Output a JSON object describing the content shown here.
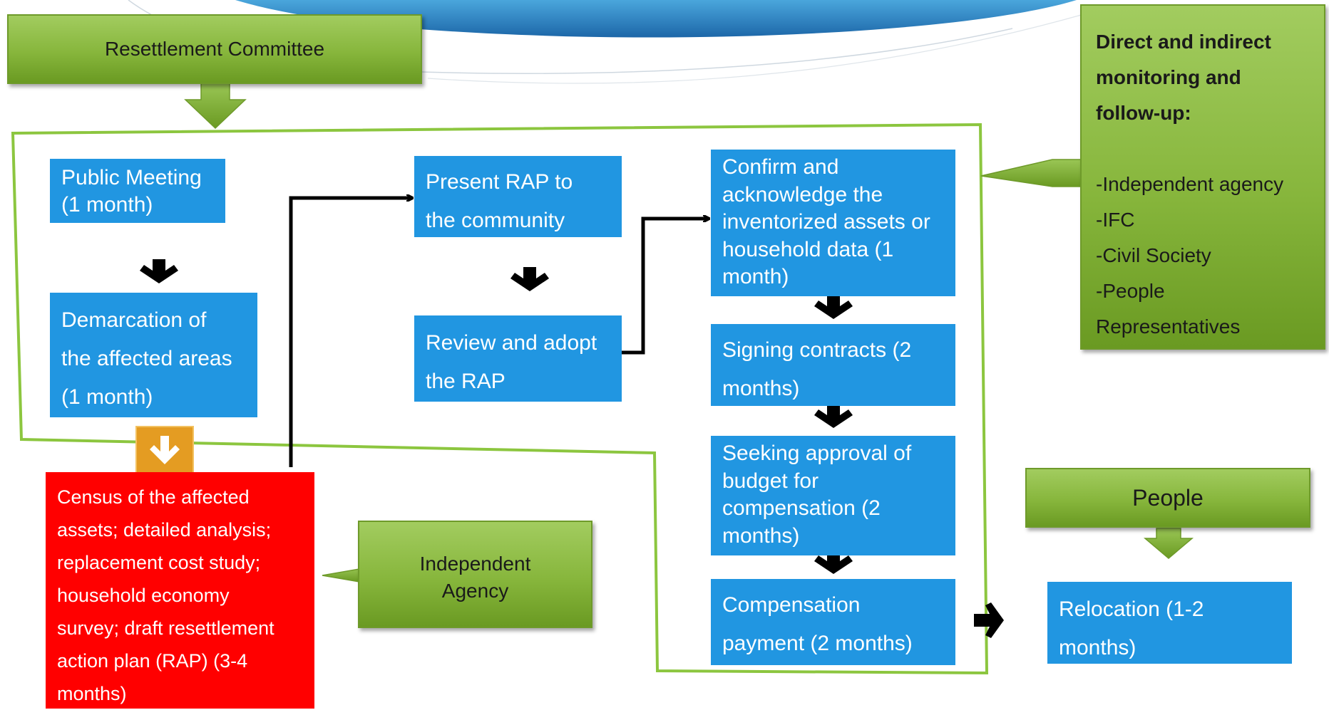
{
  "committee": "Resettlement Committee",
  "public_meeting": [
    "Public Meeting",
    "(1 month)"
  ],
  "demarcation": [
    "Demarcation of",
    "the affected areas",
    "(1 month)"
  ],
  "present_rap": [
    "Present RAP to",
    "the community"
  ],
  "review_rap": [
    "Review and adopt",
    "the RAP"
  ],
  "confirm": [
    "Confirm and",
    "acknowledge the",
    "inventorized assets or",
    "household data (1",
    "month)"
  ],
  "signing": [
    "Signing contracts (2",
    "months)"
  ],
  "seeking": [
    "Seeking approval of",
    "budget for",
    "compensation (2",
    "months)"
  ],
  "compensation": [
    "Compensation",
    "payment (2 months)"
  ],
  "census": [
    "Census of the affected",
    "assets; detailed analysis;",
    "replacement cost study;",
    "household economy",
    "survey; draft resettlement",
    "action plan (RAP) (3-4",
    "months)"
  ],
  "independent_agency": [
    "Independent",
    "Agency"
  ],
  "monitoring": {
    "title": [
      "Direct and indirect",
      "monitoring and",
      "follow-up:"
    ],
    "items": [
      "-Independent agency",
      "-IFC",
      "-Civil Society",
      "-People",
      "Representatives"
    ]
  },
  "people": "People",
  "relocation": [
    "Relocation (1-2",
    "months)"
  ],
  "colors": {
    "blue_box": "#2196e1",
    "red_box": "#ff0000",
    "green_box": "#87b63c",
    "boundary_line": "#8cc63f",
    "orange_marker": "#e49c22"
  }
}
